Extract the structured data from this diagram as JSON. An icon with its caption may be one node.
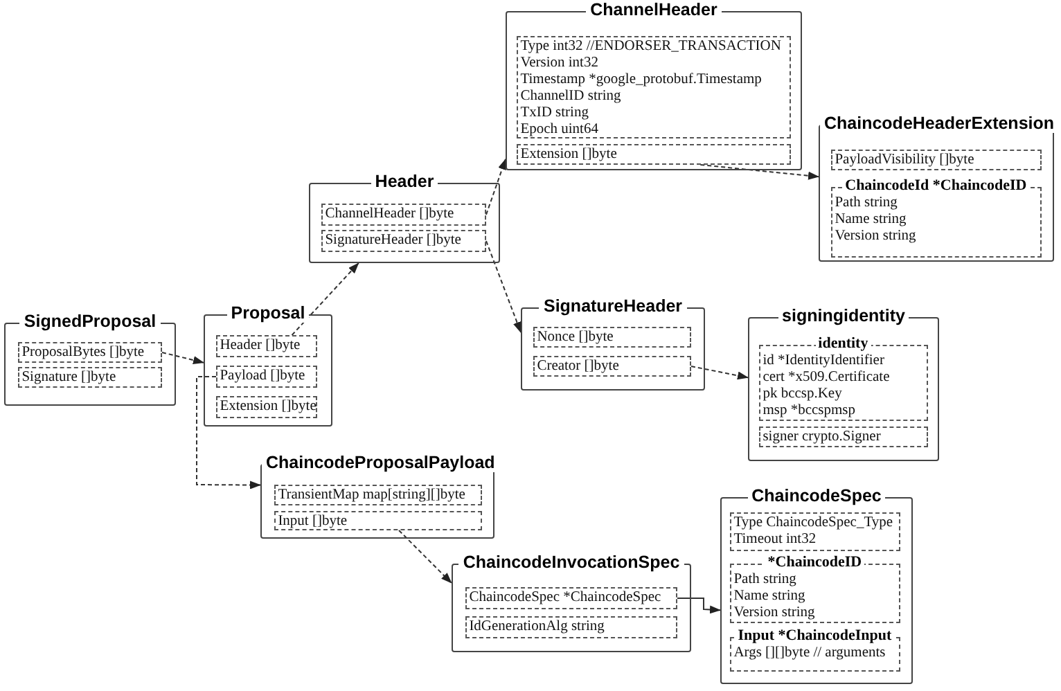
{
  "diagram": {
    "nodes": [
      {
        "text": [
          "SignedProposal"
        ]
      },
      {
        "text": [
          "ProposalBytes []byte"
        ],
        "in": 0
      },
      {
        "text": [
          "Signature []byte"
        ],
        "in": 0
      },
      {
        "text": [
          "Proposal"
        ]
      },
      {
        "text": [
          "Header []byte"
        ],
        "in": 3
      },
      {
        "text": [
          "Payload []byte"
        ],
        "in": 3
      },
      {
        "text": [
          "Extension []byte"
        ],
        "in": 3
      },
      {
        "text": [
          "Header"
        ]
      },
      {
        "text": [
          "ChannelHeader []byte"
        ],
        "in": 7
      },
      {
        "text": [
          "SignatureHeader []byte"
        ],
        "in": 7
      },
      {
        "text": [
          "ChannelHeader"
        ]
      },
      {
        "text": [
          "Type int32 //ENDORSER_TRANSACTION",
          "Version int32",
          "Timestamp *google_protobuf.Timestamp",
          "ChannelID string",
          "TxID string",
          "Epoch uint64"
        ],
        "in": 10
      },
      {
        "text": [
          "Extension []byte"
        ],
        "in": 10
      },
      {
        "text": [
          "ChaincodeHeaderExtension"
        ]
      },
      {
        "text": [
          "PayloadVisibility []byte"
        ],
        "in": 13
      },
      {
        "text": [
          "ChaincodeId *ChaincodeID",
          "Path string",
          "Name string",
          "Version string"
        ],
        "in": 13
      },
      {
        "text": [
          "SignatureHeader"
        ]
      },
      {
        "text": [
          "Nonce []byte"
        ],
        "in": 16
      },
      {
        "text": [
          "Creator []byte"
        ],
        "in": 16
      },
      {
        "text": [
          "signingidentity"
        ]
      },
      {
        "text": [
          "identity",
          "id *IdentityIdentifier",
          "cert *x509.Certificate",
          "pk bccsp.Key",
          "msp *bccspmsp"
        ],
        "in": 19
      },
      {
        "text": [
          "signer crypto.Signer"
        ],
        "in": 19
      },
      {
        "text": [
          "ChaincodeProposalPayload"
        ]
      },
      {
        "text": [
          "TransientMap map[string][]byte"
        ],
        "in": 22
      },
      {
        "text": [
          "Input []byte"
        ],
        "in": 22
      },
      {
        "text": [
          "ChaincodeInvocationSpec"
        ]
      },
      {
        "text": [
          "ChaincodeSpec *ChaincodeSpec"
        ],
        "in": 25
      },
      {
        "text": [
          "IdGenerationAlg string"
        ],
        "in": 25
      },
      {
        "text": [
          "ChaincodeSpec"
        ]
      },
      {
        "text": [
          "Type ChaincodeSpec_Type",
          "Timeout int32"
        ],
        "in": 28
      },
      {
        "text": [
          "*ChaincodeID",
          "Path string",
          "Name string",
          "Version string"
        ],
        "in": 28
      },
      {
        "text": [
          "Input *ChaincodeInput",
          "Args [][]byte  // arguments"
        ],
        "in": 28
      }
    ],
    "edges": [
      {
        "from": 1,
        "to": 3,
        "arrow": "to",
        "style": "dashed"
      },
      {
        "from": 4,
        "to": 7,
        "arrow": "to",
        "style": "dashed"
      },
      {
        "from": 5,
        "to": 22,
        "arrow": "to",
        "style": "dashed"
      },
      {
        "from": 8,
        "to": 10,
        "arrow": "to",
        "style": "dashed"
      },
      {
        "from": 9,
        "to": 16,
        "arrow": "to",
        "style": "dashed"
      },
      {
        "from": 12,
        "to": 13,
        "arrow": "to",
        "style": "dashed"
      },
      {
        "from": 18,
        "to": 19,
        "arrow": "to",
        "style": "dashed"
      },
      {
        "from": 24,
        "to": 25,
        "arrow": "to",
        "style": "dashed"
      },
      {
        "from": 26,
        "to": 28,
        "arrow": "to"
      }
    ]
  }
}
